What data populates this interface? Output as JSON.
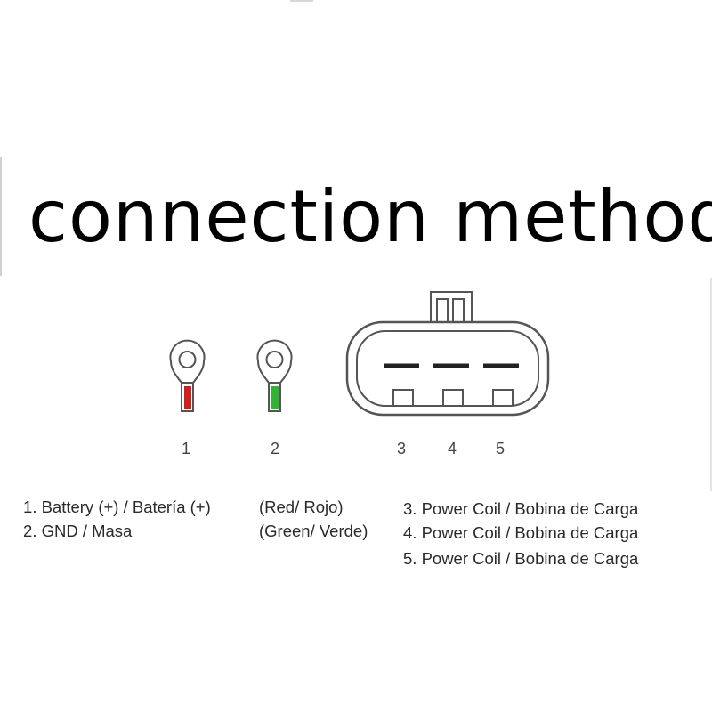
{
  "title": "connection method",
  "colors": {
    "red": "#cc1f1f",
    "green": "#2fb52f",
    "line": "#555555"
  },
  "diagram": {
    "terminal_1_label": "1",
    "terminal_2_label": "2",
    "pin_3_label": "3",
    "pin_4_label": "4",
    "pin_5_label": "5"
  },
  "legend": {
    "line1": "1. Battery (+) / Batería (+)",
    "line2": "2. GND / Masa",
    "color1": "(Red/ Rojo)",
    "color2": "(Green/ Verde)",
    "pin3": "3. Power Coil / Bobina de Carga",
    "pin4": "4. Power Coil / Bobina de Carga",
    "pin5": "5. Power Coil / Bobina de Carga"
  }
}
